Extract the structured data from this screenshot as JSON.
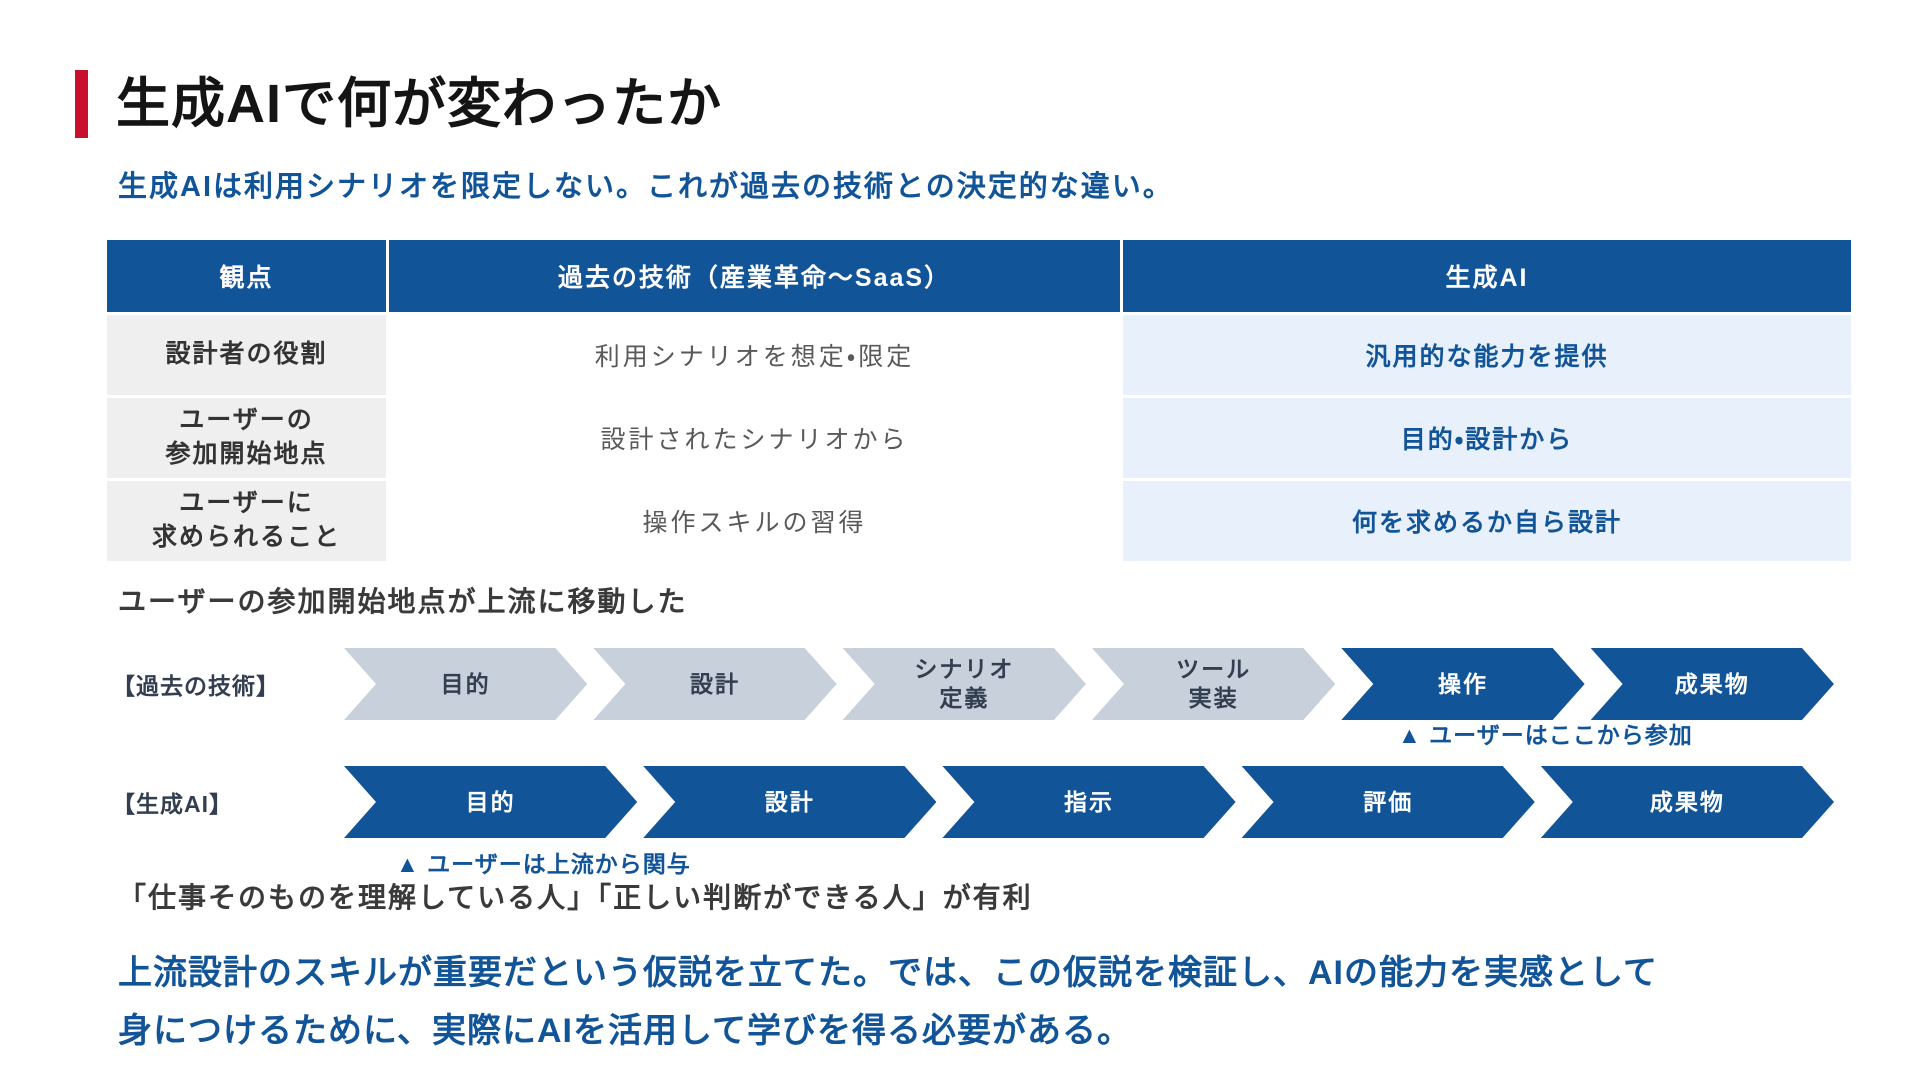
{
  "slide": {
    "title": "生成AIで何が変わったか",
    "subtitle": "生成AIは利用シナリオを限定しない。これが過去の技術との決定的な違い。",
    "table": {
      "headers": [
        "観点",
        "過去の技術（産業革命～SaaS）",
        "生成AI"
      ],
      "rows": [
        {
          "aspect": "設計者の役割",
          "past": "利用シナリオを想定・限定",
          "genai": "汎用的な能力を提供"
        },
        {
          "aspect": "ユーザーの\n参加開始地点",
          "past": "設計されたシナリオから",
          "genai": "目的・設計から"
        },
        {
          "aspect": "ユーザーに\n求められること",
          "past": "操作スキルの習得",
          "genai": "何を求めるか自ら設計"
        }
      ]
    },
    "flow": {
      "heading": "ユーザーの参加開始地点が上流に移動した",
      "rows": [
        {
          "label": "【過去の技術】",
          "steps": [
            {
              "text": "目的",
              "highlight": false
            },
            {
              "text": "設計",
              "highlight": false
            },
            {
              "text": "シナリオ\n定義",
              "highlight": false
            },
            {
              "text": "ツール\n実装",
              "highlight": false
            },
            {
              "text": "操作",
              "highlight": true
            },
            {
              "text": "成果物",
              "highlight": true
            }
          ],
          "annotation": "▲ ユーザーはここから参加"
        },
        {
          "label": "【生成AI】",
          "steps": [
            {
              "text": "目的",
              "highlight": true
            },
            {
              "text": "設計",
              "highlight": true
            },
            {
              "text": "指示",
              "highlight": true
            },
            {
              "text": "評価",
              "highlight": true
            },
            {
              "text": "成果物",
              "highlight": true
            }
          ],
          "annotation": "▲ ユーザーは上流から関与"
        }
      ]
    },
    "note": "「仕事そのものを理解している人」「正しい判断ができる人」が有利",
    "conclusion": "上流設計のスキルが重要だという仮説を立てた。では、この仮説を検証し、AIの能力を実感として\n身につけるために、実際にAIを活用して学びを得る必要がある。",
    "colors": {
      "accent_red": "#C8102E",
      "primary_blue": "#115498",
      "light_blue_cell": "#E8F1FB",
      "light_gray_cell": "#EFEFEF",
      "chevron_gray": "#C8D0DC",
      "slate_text": "#333F50",
      "body_gray_text": "#595959"
    }
  }
}
